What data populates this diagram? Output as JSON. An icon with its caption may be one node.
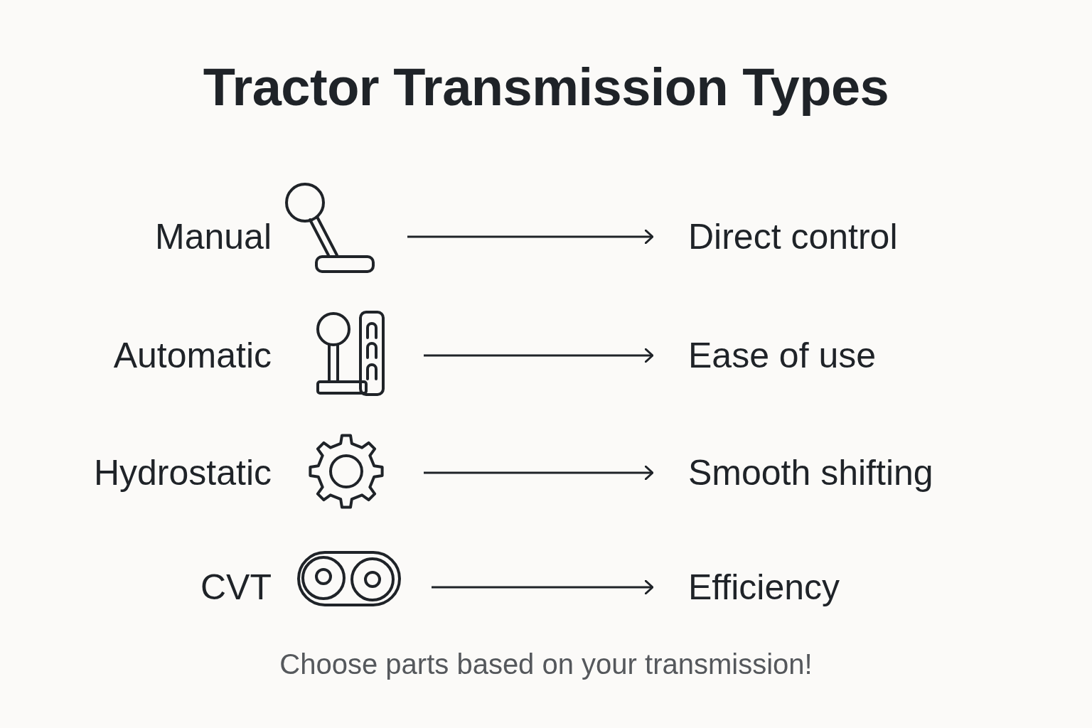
{
  "diagram": {
    "title": "Tractor Transmission Types",
    "nodes": [
      {
        "text": [
          "Manual"
        ]
      },
      {
        "text": [],
        "shape": "picture"
      },
      {
        "text": [
          "Direct control"
        ]
      },
      {
        "text": [
          "Automatic"
        ]
      },
      {
        "text": [],
        "shape": "picture"
      },
      {
        "text": [
          "Ease of use"
        ]
      },
      {
        "text": [
          "Hydrostatic"
        ]
      },
      {
        "text": [],
        "shape": "picture"
      },
      {
        "text": [
          "Smooth shifting"
        ]
      },
      {
        "text": [
          "CVT"
        ]
      },
      {
        "text": [],
        "shape": "picture"
      },
      {
        "text": [
          "Efficiency"
        ]
      }
    ],
    "edges": [
      {
        "from": 1,
        "to": 2,
        "arrow": "to"
      },
      {
        "from": 4,
        "to": 5,
        "arrow": "to"
      },
      {
        "from": 7,
        "to": 8,
        "arrow": "to"
      },
      {
        "from": 10,
        "to": 11,
        "arrow": "to"
      }
    ],
    "caption": "Choose parts based on your transmission!"
  }
}
